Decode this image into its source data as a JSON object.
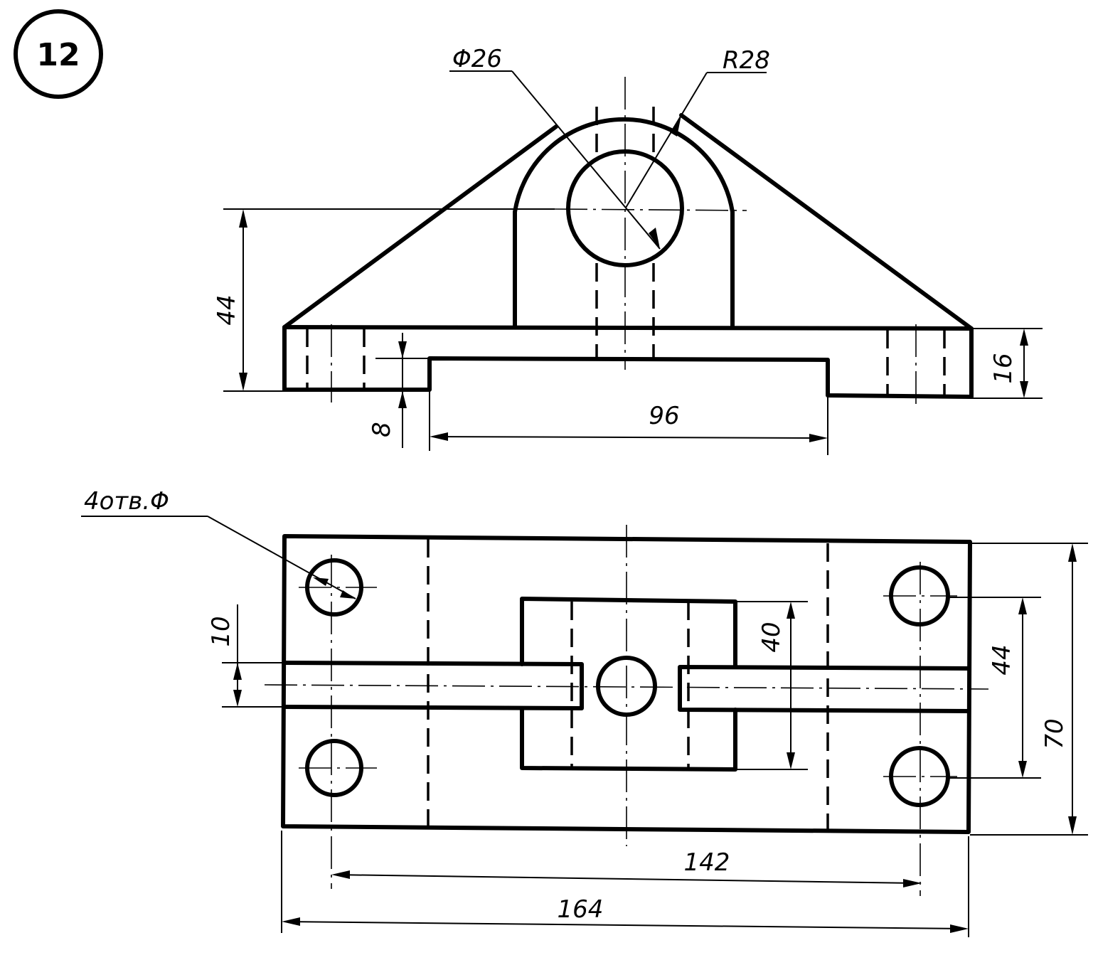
{
  "sheet_number": "12",
  "dimensions": {
    "phi26": "Φ26",
    "r28": "R28",
    "h44": "44",
    "h16": "16",
    "h8": "8",
    "w96": "96",
    "holes": "4отв.Φ",
    "w10": "10",
    "h40": "40",
    "h44b": "44",
    "h70": "70",
    "w142": "142",
    "w164": "164"
  }
}
